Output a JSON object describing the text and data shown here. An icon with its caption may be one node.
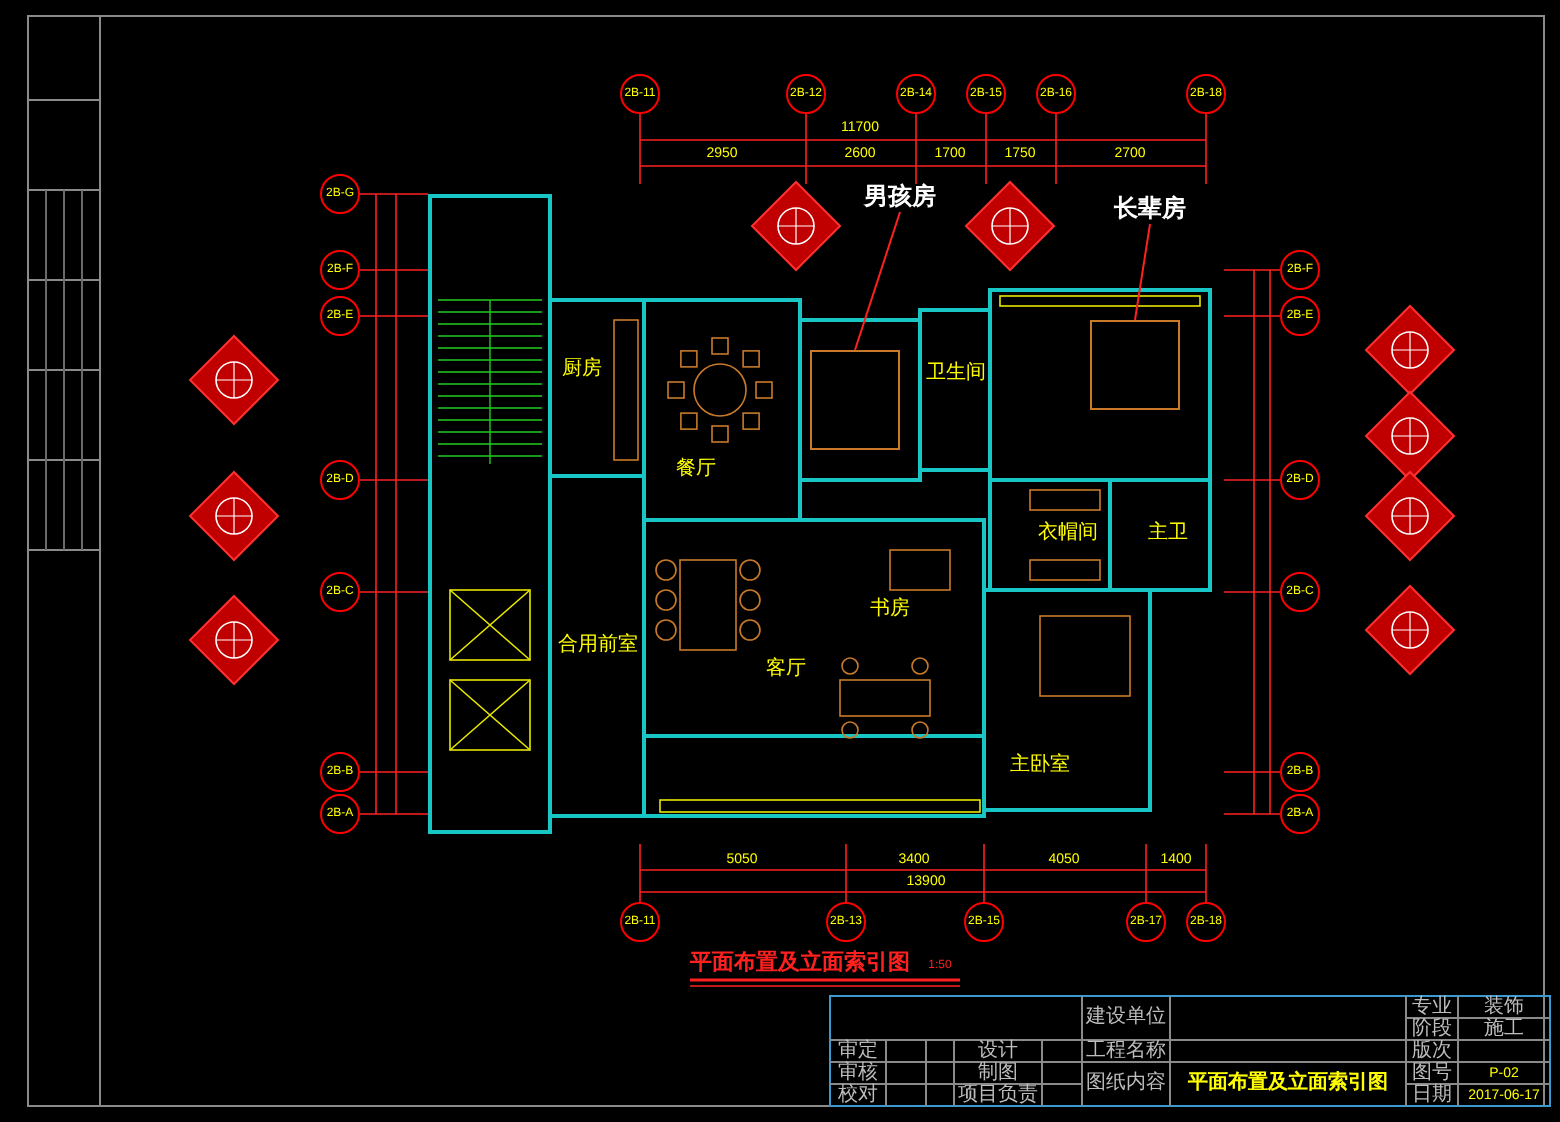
{
  "diagram": {
    "nodes": [
      {
        "text": [
          "厨房"
        ]
      },
      {
        "text": [
          "餐厅"
        ]
      },
      {
        "text": [
          "客厅"
        ]
      },
      {
        "text": [
          "书房"
        ]
      },
      {
        "text": [
          "合用前室"
        ]
      },
      {
        "text": [
          "卫生间"
        ]
      },
      {
        "text": [
          "衣帽间"
        ]
      },
      {
        "text": [
          "主卫"
        ]
      },
      {
        "text": [
          "主卧室"
        ]
      },
      {
        "text": [
          "男孩房"
        ]
      },
      {
        "text": [
          "长辈房"
        ]
      },
      {
        "text": [],
        "shape": "box"
      },
      {
        "text": [],
        "shape": "box"
      }
    ],
    "edges": [
      {
        "from": 9,
        "to": 11,
        "arrow": "none"
      },
      {
        "from": 10,
        "to": 12,
        "arrow": "none"
      }
    ],
    "labels": [
      "2B-11",
      "2B-12",
      "2B-14",
      "2B-15",
      "2B-16",
      "2B-18",
      "11700",
      "2950",
      "2600",
      "1700",
      "1750",
      "2700",
      "2B-G",
      "2B-F",
      "2B-E",
      "2B-D",
      "2B-C",
      "2B-B",
      "2B-A",
      "2B-F",
      "2B-E",
      "2B-D",
      "2B-C",
      "2B-B",
      "2B-A",
      "5050",
      "3400",
      "4050",
      "1400",
      "13900",
      "2B-11",
      "2B-13",
      "2B-15",
      "2B-17",
      "2B-18",
      "平面布置及立面索引图",
      "1:50",
      "建设单位",
      "专业",
      "装饰",
      "阶段",
      "施工",
      "审定",
      "设计",
      "工程名称",
      "版次",
      "审核",
      "制图",
      "图纸内容",
      "平面布置及立面索引图",
      "图号",
      "P-02",
      "校对",
      "项目负责",
      "日期",
      "2017-06-17"
    ]
  }
}
